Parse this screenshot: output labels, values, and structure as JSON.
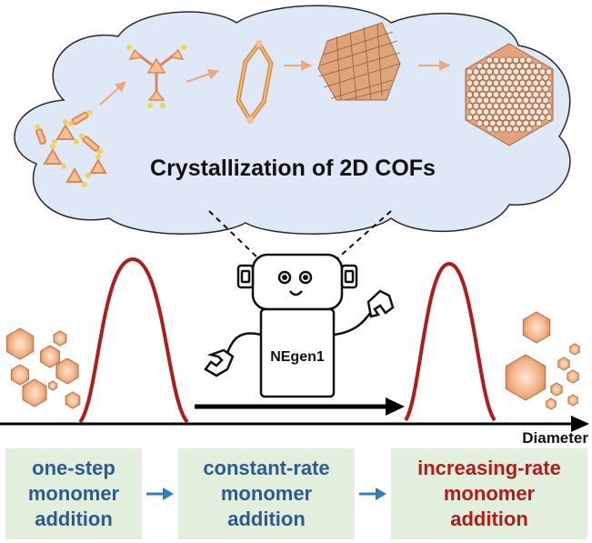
{
  "title": "Crystallization of 2D COFs",
  "robot_label": "NEgen1",
  "axis_label": "Diameter",
  "steps": [
    {
      "lines": [
        "one-step",
        "monomer",
        "addition"
      ],
      "color": "#2f5a8f"
    },
    {
      "lines": [
        "constant-rate",
        "monomer",
        "addition"
      ],
      "color": "#2f5a8f"
    },
    {
      "lines": [
        "increasing-rate",
        "monomer",
        "addition"
      ],
      "color": "#b01c1c"
    }
  ],
  "colors": {
    "cloud_fill": "#dfe8f6",
    "curve": "#b01c1c",
    "crystal": "#f2b588",
    "framework": "#c7805a",
    "box_fill": "#e3efdd",
    "flow_arrow": "#f0a878"
  }
}
